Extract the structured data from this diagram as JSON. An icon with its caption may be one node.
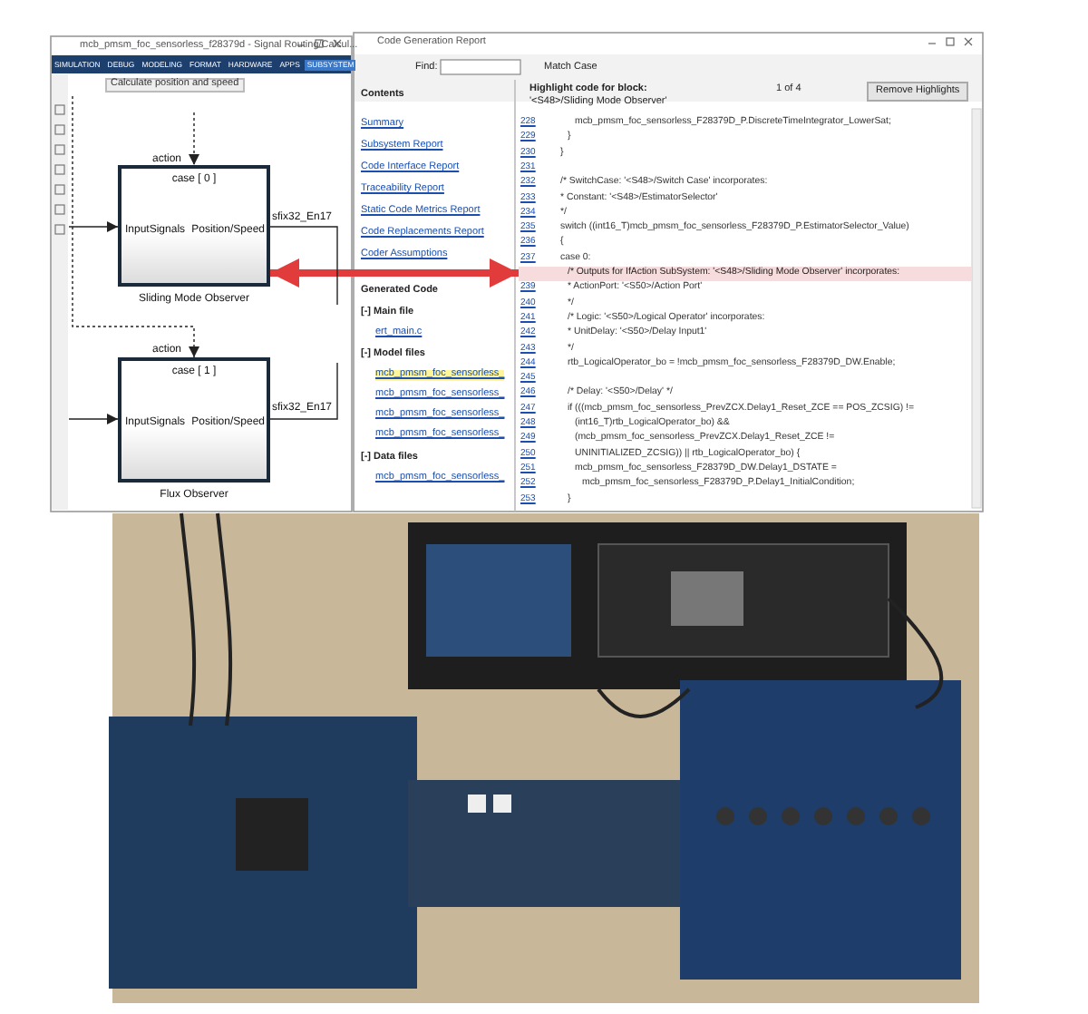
{
  "diagram": {
    "nodes": [
      {
        "text": [
          "case [ 0 ]",
          "InputSignals",
          "Position/Speed"
        ],
        "beside": [
          "Sliding Mode Observer"
        ]
      },
      {
        "text": [
          "case [ 1 ]",
          "InputSignals",
          "Position/Speed"
        ],
        "beside": [
          "Flux Observer"
        ]
      },
      {
        "text": [
          "/* Outputs for IfAction SubSystem: '<S48>/Sliding Mode Observer' incorporates:"
        ]
      }
    ],
    "edges": [
      {
        "from": 0,
        "to": 2,
        "arrow": "both",
        "style": "thick",
        "color": "#e23b3b"
      },
      {
        "from": null,
        "to": 0,
        "arrow": "to",
        "style": "dashed"
      },
      {
        "from": null,
        "to": 0,
        "arrow": "to"
      },
      {
        "from": 0,
        "to": null,
        "arrow": "none"
      },
      {
        "from": null,
        "to": 1,
        "arrow": "to",
        "style": "dashed"
      },
      {
        "from": null,
        "to": 1,
        "arrow": "to"
      },
      {
        "from": 1,
        "to": null,
        "arrow": "none"
      }
    ],
    "labels": [
      "mcb_pmsm_foc_sensorless_f28379d - Signal Routing/Calcul...",
      "SIMULATION",
      "DEBUG",
      "MODELING",
      "FORMAT",
      "HARDWARE",
      "APPS",
      "SUBSYSTEM",
      "Calculate position and speed",
      "action",
      "sfix32_En17",
      "action",
      "sfix32_En17",
      "Code Generation Report",
      "Find:",
      "Match Case",
      "Highlight code for block:",
      "1 of 4",
      "Remove Highlights",
      "'<S48>/Sliding Mode Observer'",
      "Contents",
      "Summary",
      "Subsystem Report",
      "Code Interface Report",
      "Traceability Report",
      "Static Code Metrics Report",
      "Code Replacements Report",
      "Coder Assumptions",
      "Generated Code",
      "[-] Main file",
      "ert_main.c",
      "[-] Model files",
      "mcb_pmsm_foc_sensorless_",
      "mcb_pmsm_foc_sensorless_",
      "mcb_pmsm_foc_sensorless_",
      "mcb_pmsm_foc_sensorless_",
      "[-] Data files",
      "mcb_pmsm_foc_sensorless_",
      "228",
      "mcb_pmsm_foc_sensorless_F28379D_P.DiscreteTimeIntegrator_LowerSat;",
      "229",
      "}",
      "230",
      "}",
      "231",
      "232",
      "/* SwitchCase: '<S48>/Switch Case' incorporates:",
      "233",
      "* Constant: '<S48>/EstimatorSelector'",
      "234",
      "*/",
      "235",
      "switch ((int16_T)mcb_pmsm_foc_sensorless_F28379D_P.EstimatorSelector_Value)",
      "236",
      "{",
      "237",
      "case 0:",
      "239",
      "* ActionPort: '<S50>/Action Port'",
      "240",
      "*/",
      "241",
      "/* Logic: '<S50>/Logical Operator' incorporates:",
      "242",
      "* UnitDelay: '<S50>/Delay Input1'",
      "243",
      "*/",
      "244",
      "rtb_LogicalOperator_bo = !mcb_pmsm_foc_sensorless_F28379D_DW.Enable;",
      "245",
      "246",
      "/* Delay: '<S50>/Delay' */",
      "247",
      "if (((mcb_pmsm_foc_sensorless_PrevZCX.Delay1_Reset_ZCE == POS_ZCSIG) !=",
      "248",
      "(int16_T)rtb_LogicalOperator_bo) &&",
      "249",
      "(mcb_pmsm_foc_sensorless_PrevZCX.Delay1_Reset_ZCE !=",
      "250",
      "UNINITIALIZED_ZCSIG)) || rtb_LogicalOperator_bo) {",
      "251",
      "mcb_pmsm_foc_sensorless_F28379D_DW.Delay1_DSTATE =",
      "252",
      "mcb_pmsm_foc_sensorless_F28379D_P.Delay1_InitialCondition;",
      "253",
      "}"
    ]
  }
}
